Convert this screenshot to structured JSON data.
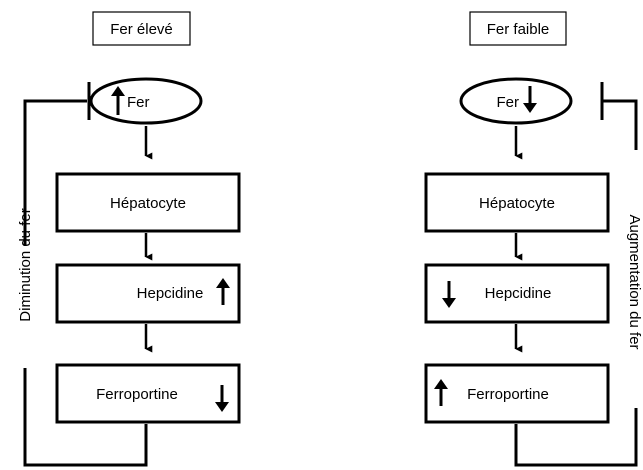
{
  "left": {
    "title": "Fer élevé",
    "node_top": "Fer",
    "box1": "Hépatocyte",
    "box2": "Hepcidine",
    "box3": "Ferroportine",
    "side_label": "Diminution du fer"
  },
  "right": {
    "title": "Fer faible",
    "node_top": "Fer",
    "box1": "Hépatocyte",
    "box2": "Hepcidine",
    "box3": "Ferroportine",
    "side_label": "Augmentation du fer"
  },
  "icons": {
    "up": "arrow-up-icon",
    "down": "arrow-down-icon"
  }
}
